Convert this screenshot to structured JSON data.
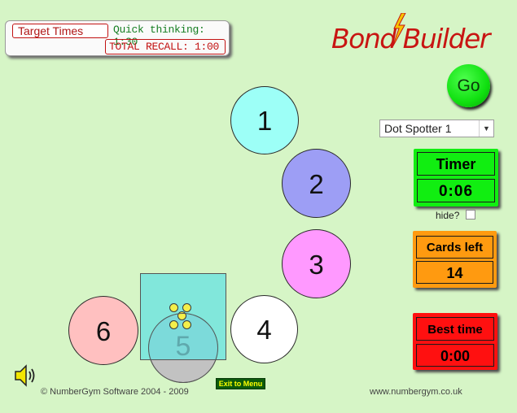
{
  "target_times": {
    "title": "Target Times",
    "quick_thinking": "Quick thinking: 1:30",
    "total_recall": "TOTAL RECALL: 1:00"
  },
  "logo": {
    "text": "Bond Builder",
    "color": "#c81512"
  },
  "go_button": {
    "label": "Go"
  },
  "mode_select": {
    "value": "Dot Spotter 1"
  },
  "timer": {
    "title": "Timer",
    "value": "0:06",
    "color": "#11ee11"
  },
  "hide": {
    "label": "hide?",
    "checked": false
  },
  "cards_left": {
    "title": "Cards left",
    "value": "14",
    "color": "#ff9a10"
  },
  "best_time": {
    "title": "Best time",
    "value": "0:00",
    "color": "#ff1010"
  },
  "cards": [
    {
      "number": "1",
      "color": "#9dfff7"
    },
    {
      "number": "2",
      "color": "#9d9ef5"
    },
    {
      "number": "3",
      "color": "#ff99ff"
    },
    {
      "number": "4",
      "color": "#ffffff"
    },
    {
      "number": "5",
      "color": "#c2c2c2"
    },
    {
      "number": "6",
      "color": "#ffc0c0"
    }
  ],
  "dot_card": {
    "dots": 5,
    "color": "#64e1e1",
    "dot_color": "#f4ef4a"
  },
  "exit_button": {
    "label": "Exit to Menu"
  },
  "footer": {
    "copyright": "© NumberGym Software 2004 - 2009",
    "website": "www.numbergym.co.uk"
  }
}
